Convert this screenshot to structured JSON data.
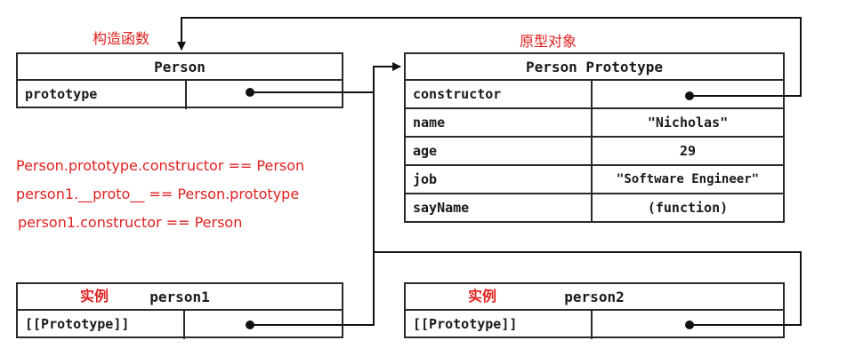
{
  "labels": {
    "constructor_fn": "构造函数",
    "prototype_obj": "原型对象",
    "instance1": "实例",
    "instance2": "实例"
  },
  "person_box": {
    "title": "Person",
    "row_key": "prototype"
  },
  "prototype_box": {
    "title": "Person Prototype",
    "rows": [
      {
        "key": "constructor",
        "value": ""
      },
      {
        "key": "name",
        "value": "\"Nicholas\""
      },
      {
        "key": "age",
        "value": "29"
      },
      {
        "key": "job",
        "value": "\"Software Engineer\""
      },
      {
        "key": "sayName",
        "value": "(function)"
      }
    ]
  },
  "person1_box": {
    "title": "person1",
    "row_key": "[[Prototype]]"
  },
  "person2_box": {
    "title": "person2",
    "row_key": "[[Prototype]]"
  },
  "equations": [
    "Person.prototype.constructor == Person",
    "person1.__proto__ == Person.prototype",
    "person1.constructor == Person"
  ],
  "colors": {
    "annotation": "#e02020",
    "lines": "#111111"
  }
}
